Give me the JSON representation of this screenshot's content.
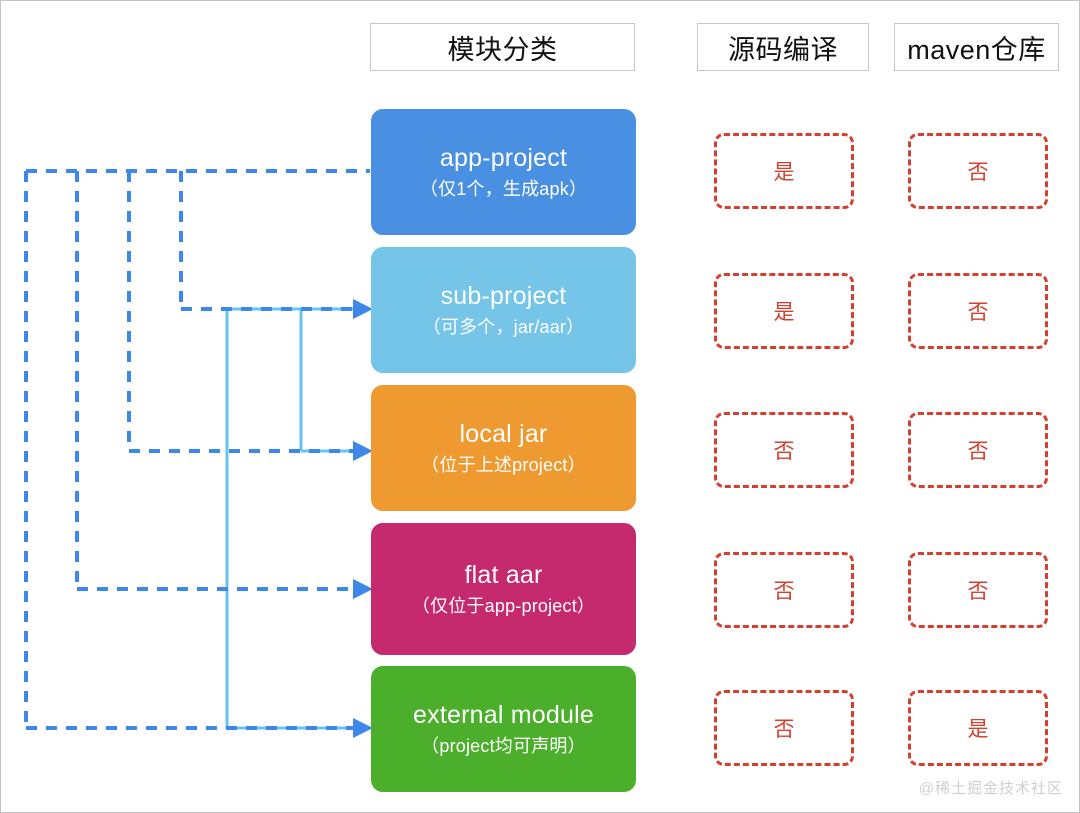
{
  "page": {
    "background_color": "#ffffff",
    "border_color": "#c3c3c3",
    "watermark": "@稀土掘金技术社区"
  },
  "headers": {
    "module_category": "模块分类",
    "source_compile": "源码编译",
    "maven_repo": "maven仓库"
  },
  "colors": {
    "app_project": "#4a90e2",
    "sub_project": "#74c5e8",
    "local_jar": "#ee9a31",
    "flat_aar": "#c52a6e",
    "external_module": "#4caf2b",
    "answer_red": "#d24030",
    "dashed_blue": "#3d88e8",
    "solid_lightblue": "#66c4ef"
  },
  "rows": [
    {
      "id": "app-project",
      "title": "app-project",
      "subtitle": "（仅1个，生成apk）",
      "compile": "是",
      "maven": "否"
    },
    {
      "id": "sub-project",
      "title": "sub-project",
      "subtitle": "（可多个，jar/aar）",
      "compile": "是",
      "maven": "否"
    },
    {
      "id": "local-jar",
      "title": "local jar",
      "subtitle": "（位于上述project）",
      "compile": "否",
      "maven": "否"
    },
    {
      "id": "flat-aar",
      "title": "flat aar",
      "subtitle": "（仅位于app-project）",
      "compile": "否",
      "maven": "否"
    },
    {
      "id": "external-module",
      "title": "external module",
      "subtitle": "（project均可声明）",
      "compile": "否",
      "maven": "是"
    }
  ],
  "connectors": {
    "description": "虚线蓝色依赖连线，从左侧竖线分支指向各模块方框",
    "dashed_lines": [
      "app-project 顶层横线 y=170",
      "sub-project 分支 y=308",
      "local-jar 分支 y=450",
      "flat-aar 分支 y=588",
      "external-module 分支 y=727"
    ]
  }
}
